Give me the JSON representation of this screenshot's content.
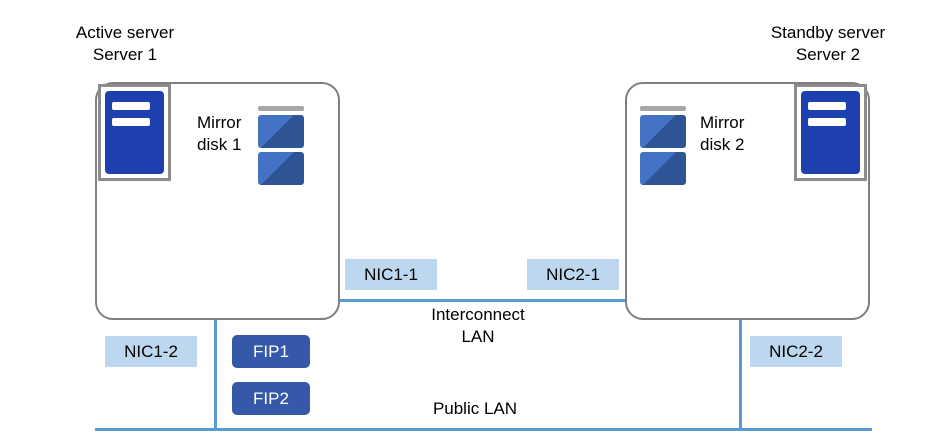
{
  "server1": {
    "role": "Active server",
    "name": "Server 1",
    "disk_line1": "Mirror",
    "disk_line2": "disk 1"
  },
  "server2": {
    "role": "Standby server",
    "name": "Server 2",
    "disk_line1": "Mirror",
    "disk_line2": "disk 2"
  },
  "labels": {
    "nic1_1": "NIC1-1",
    "nic2_1": "NIC2-1",
    "nic1_2": "NIC1-2",
    "nic2_2": "NIC2-2",
    "fip1": "FIP1",
    "fip2": "FIP2",
    "interconnect_line1": "Interconnect",
    "interconnect_line2": "LAN",
    "public_lan": "Public LAN"
  },
  "colors": {
    "line_blue": "#5B9BD5",
    "nic_bg": "#BDD7EE",
    "fip_bg": "#3558A8",
    "server_blue": "#1E3FAE",
    "disk_light": "#4472C4",
    "disk_dark": "#2F5496",
    "cap_gray": "#A6A6A6",
    "border_gray": "#7F7F7F",
    "frame_gray": "#8C8C8C"
  }
}
